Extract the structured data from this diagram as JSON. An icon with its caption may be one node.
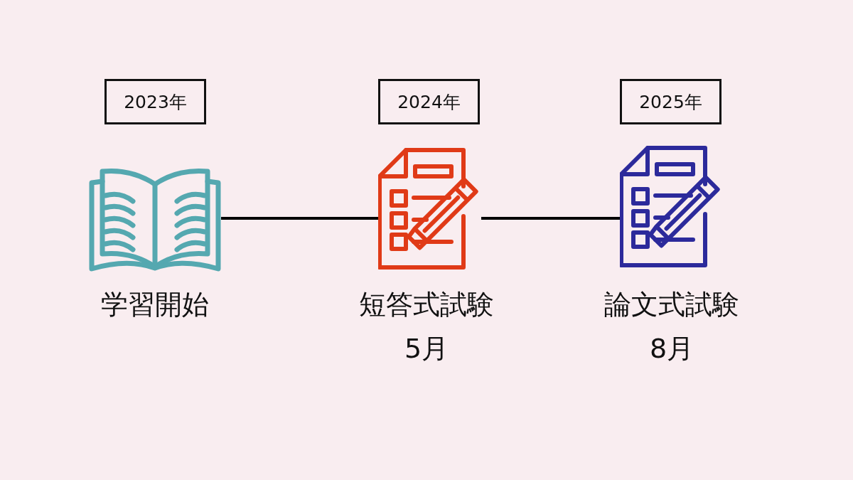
{
  "diagram": {
    "nodes": [
      {
        "text": [
          "2023年"
        ]
      },
      {
        "text": [
          "2024年"
        ]
      },
      {
        "text": [
          "2025年"
        ]
      },
      {
        "text": [],
        "shape": "picture",
        "beside": [
          "学習開始"
        ]
      },
      {
        "text": [],
        "shape": "picture",
        "beside": [
          "短答式試験",
          "5月"
        ]
      },
      {
        "text": [],
        "shape": "picture",
        "beside": [
          "論文式試験",
          "8月"
        ]
      }
    ],
    "edges": [
      {
        "from": 3,
        "to": 4,
        "arrow": "none"
      },
      {
        "from": 4,
        "to": 5,
        "arrow": "none"
      }
    ]
  }
}
